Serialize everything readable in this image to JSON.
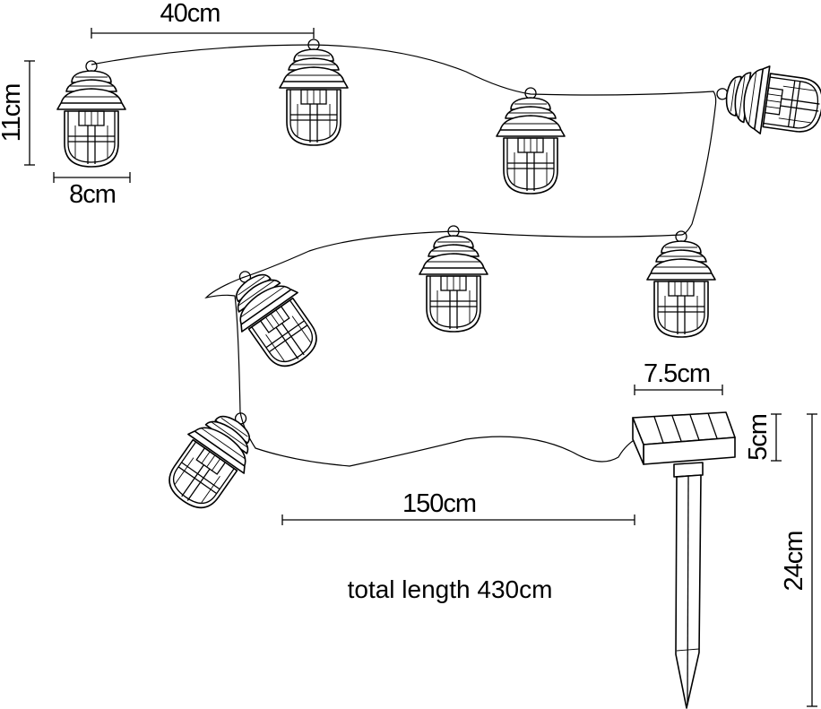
{
  "colors": {
    "ink": "#000000",
    "background": "#ffffff"
  },
  "dimensions": {
    "lantern_spacing": "40cm",
    "lantern_height": "11cm",
    "lantern_width": "8cm",
    "panel_width": "7.5cm",
    "panel_height": "5cm",
    "stake_height": "24cm",
    "lead_cable_length": "150cm"
  },
  "caption": "total length 430cm",
  "components": {
    "lantern_count": 8,
    "lantern_icon": "lantern-icon",
    "solar_panel_icon": "solar-panel-icon",
    "ground_stake_icon": "ground-stake-icon"
  }
}
